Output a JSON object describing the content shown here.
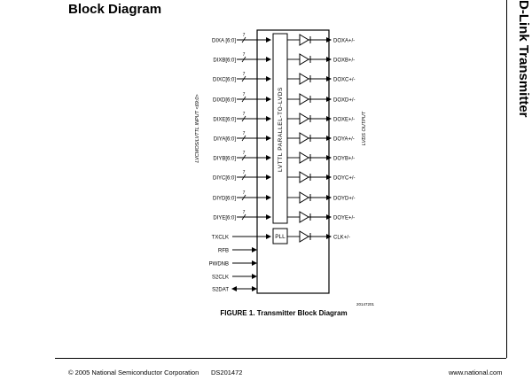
{
  "page": {
    "section_title": "Block Diagram",
    "side_title": "D-Link Transmitter",
    "footer_left": "© 2005 National Semiconductor Corporation",
    "footer_doc": "DS201472",
    "footer_right": "www.national.com"
  },
  "diagram": {
    "core_label": "LVTTL PARALLEL-TO-LVDS",
    "pll_label": "PLL",
    "input_group_label": "LVCMOS/LVTTL INPUT <69:0>",
    "output_group_label": "LVDS OUTPUT",
    "bus_width": "7",
    "data_inputs": [
      "DIXA [6:0]",
      "DIXB[6:0]",
      "DIXC[6:0]",
      "DIXD[6:0]",
      "DIXE[6:0]",
      "DIYA[6:0]",
      "DIYB[6:0]",
      "DIYC[6:0]",
      "DIYD[6:0]",
      "DIYE[6:0]"
    ],
    "outputs": [
      "DOXA+/-",
      "DOXB+/-",
      "DOXC+/-",
      "DOXD+/-",
      "DOXE+/-",
      "DOYA+/-",
      "DOYB+/-",
      "DOYC+/-",
      "DOYD+/-",
      "DOYE+/-"
    ],
    "clock_input": "TXCLK",
    "clock_output": "CLK+/-",
    "control_pins": [
      {
        "label": "RFB",
        "direction": "in"
      },
      {
        "label": "PWDNB",
        "direction": "in"
      },
      {
        "label": "S2CLK",
        "direction": "in"
      },
      {
        "label": "S2DAT",
        "direction": "bidirectional"
      }
    ],
    "figure_number": "20147201",
    "caption": "FIGURE 1. Transmitter Block Diagram"
  }
}
